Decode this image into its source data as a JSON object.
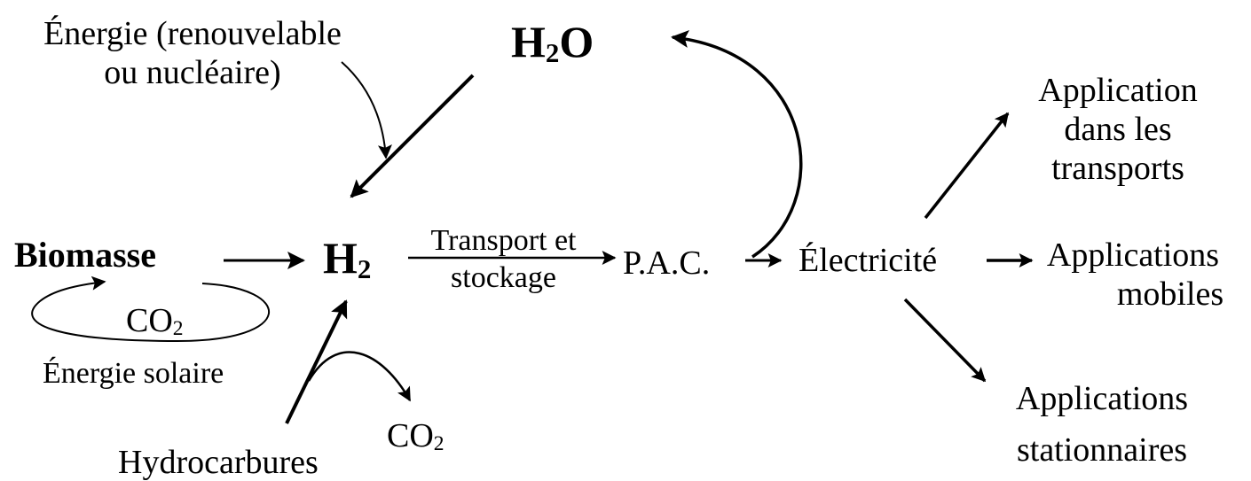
{
  "colors": {
    "ink": "#000000",
    "background": "#ffffff"
  },
  "labels": {
    "energy_line1": "Énergie (renouvelable",
    "energy_line2": "ou nucléaire)",
    "h2o_main": "H",
    "h2o_sub": "2",
    "h2o_tail": "O",
    "biomass": "Biomasse",
    "h2_main": "H",
    "h2_sub": "2",
    "transport_line1": "Transport et",
    "transport_line2": "stockage",
    "pac": "P.A.C.",
    "electricity": "Électricité",
    "co2_cycle_main": "CO",
    "co2_cycle_sub": "2",
    "solar": "Énergie solaire",
    "hydrocarbons": "Hydrocarbures",
    "co2_out_main": "CO",
    "co2_out_sub": "2",
    "app_transport_line1": "Application",
    "app_transport_line2": "dans les",
    "app_transport_line3": "transports",
    "app_mobile_line1": "Applications",
    "app_mobile_line2": "mobiles",
    "app_stationary_line1": "Applications",
    "app_stationary_line2": "stationnaires"
  }
}
